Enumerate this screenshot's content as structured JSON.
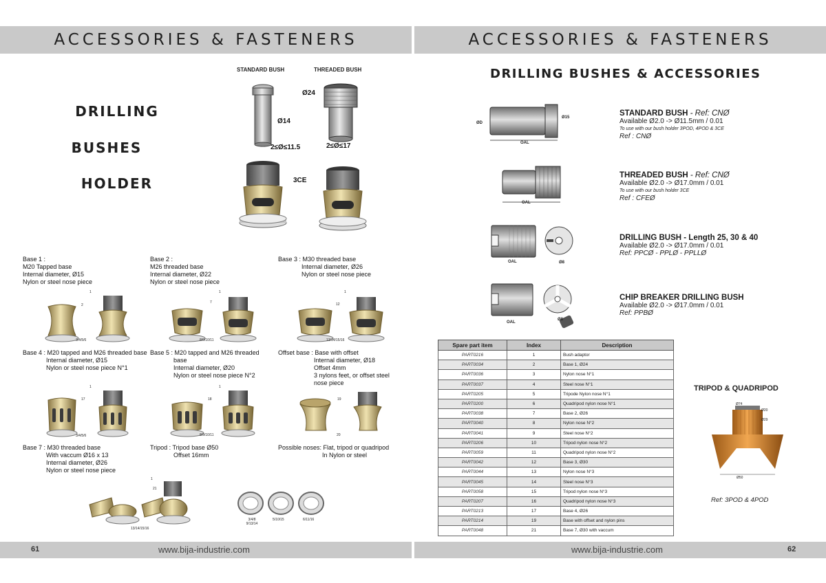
{
  "left_page": {
    "header": "ACCESSORIES & FASTENERS",
    "title_lines": [
      "DRILLING",
      "BUSHES",
      "HOLDER"
    ],
    "bush_captions": {
      "standard": "STANDARD BUSH",
      "threaded": "THREADED BUSH"
    },
    "dims": {
      "d24": "Ø24",
      "d14": "Ø14",
      "range_std": "2≤Ø≤11.5",
      "range_thr": "2≤Ø≤17",
      "holder": "3CE"
    },
    "bases": [
      {
        "title": "Base 1 :",
        "lines": [
          "M20 Tapped base",
          "Internal diameter, Ø15",
          "Nylon or steel nose piece"
        ]
      },
      {
        "title": "Base 2 :",
        "lines": [
          "M26 threaded base",
          "Internal diameter, Ø22",
          "Nylon or steel nose piece"
        ]
      },
      {
        "title": "Base 3 : M30 threaded base",
        "lines": [
          "Internal diameter, Ø26",
          "Nylon or steel nose piece"
        ]
      },
      {
        "title": "Base 4 : M20 tapped and M26 threaded base",
        "lines": [
          "Internal diameter, Ø15",
          "Nylon or steel nose piece N°1"
        ]
      },
      {
        "title": "Base 5 : M20 tapped and M26 threaded",
        "lines": [
          "base",
          "Internal diameter, Ø20",
          "Nylon or steel nose piece N°2"
        ]
      },
      {
        "title": "Offset base : Base with offset",
        "lines": [
          "Internal diameter, Ø18",
          "Offset 4mm",
          "3 nylons feet, or offset steel",
          "nose piece"
        ]
      },
      {
        "title": "Base 7 : M30 threaded base",
        "lines": [
          "With vaccum Ø16 x 13",
          "Internal diameter, Ø26",
          "Nylon or steel nose piece"
        ]
      },
      {
        "title": "Tripod : Tripod base Ø50",
        "lines": [
          "Offset 16mm"
        ]
      },
      {
        "title": "Possible noses: Flat, tripod or quadripod",
        "lines": [
          "In Nylon or steel"
        ]
      }
    ],
    "diagram_labels": {
      "b1": [
        "1",
        "2",
        "3/4/5/6"
      ],
      "b2": [
        "1",
        "7",
        "8/9/10/11"
      ],
      "b3": [
        "1",
        "12",
        "13/14/15/16"
      ],
      "b4": [
        "1",
        "17",
        "3/4/5/6"
      ],
      "b5": [
        "1",
        "18",
        "8/9/10/11"
      ],
      "b6": [
        "19",
        "20"
      ],
      "b7": [
        "1",
        "21",
        "13/14/15/16"
      ],
      "noses": [
        "3/4/8 9/13/14",
        "5/10/15",
        "6/11/16"
      ]
    },
    "page_number": "61",
    "url": "www.bija-industrie.com"
  },
  "right_page": {
    "header": "ACCESSORIES & FASTENERS",
    "title": "DRILLING BUSHES & ACCESSORIES",
    "products": [
      {
        "name": "STANDARD BUSH",
        "ref_inline": " - Ref: CNØ",
        "avail": "Available Ø2.0 -> Ø11.5mm / 0.01",
        "note": "To use with our bush holder 3POD, 4POD & 3CE",
        "ref": "Ref : CNØ"
      },
      {
        "name": "THREADED BUSH",
        "ref_inline": " - Ref: CNØ",
        "avail": "Available Ø2.0 -> Ø17.0mm / 0.01",
        "note": "To use with our bush holder 3CE",
        "ref": "Ref : CFEØ"
      },
      {
        "name": "DRILLING BUSH - Length 25, 30 & 40",
        "ref_inline": "",
        "avail": "Available Ø2.0 -> Ø17.0mm / 0.01",
        "note": "",
        "ref": "Ref: PPCØ - PPLØ - PPLLØ"
      },
      {
        "name": "CHIP BREAKER DRILLING BUSH",
        "ref_inline": "",
        "avail": "Available Ø2.0 -> Ø17.0mm / 0.01",
        "note": "",
        "ref": "Ref: PPBØ"
      }
    ],
    "drawing_labels": {
      "oal": "OAL",
      "od": "ØD",
      "o8": "Ø8",
      "o15": "Ø15"
    },
    "table": {
      "headers": [
        "Spare part item",
        "Index",
        "Description"
      ],
      "rows": [
        [
          "PART0216",
          "1",
          "Bush adaptor"
        ],
        [
          "PART0034",
          "2",
          "Base 1, Ø24"
        ],
        [
          "PART0036",
          "3",
          "Nylon nose N°1"
        ],
        [
          "PART0037",
          "4",
          "Steel nose N°1"
        ],
        [
          "PART0205",
          "5",
          "Tripode Nylon nose N°1"
        ],
        [
          "PART0200",
          "6",
          "Quadripod nylon nose N°1"
        ],
        [
          "PART0038",
          "7",
          "Base 2, Ø26"
        ],
        [
          "PART0040",
          "8",
          "Nylon nose N°2"
        ],
        [
          "PART0041",
          "9",
          "Steel nose N°2"
        ],
        [
          "PART0206",
          "10",
          "Tripod nylon nose N°2"
        ],
        [
          "PART0059",
          "11",
          "Quadripod nylon nose N°2"
        ],
        [
          "PART0042",
          "12",
          "Base 3, Ø30"
        ],
        [
          "PART0044",
          "13",
          "Nylon nose N°3"
        ],
        [
          "PART0045",
          "14",
          "Steel nose N°3"
        ],
        [
          "PART0058",
          "15",
          "Tripod nylon nose N°3"
        ],
        [
          "PART0207",
          "16",
          "Quadripod nylon nose N°3"
        ],
        [
          "PART0213",
          "17",
          "Base 4, Ø26"
        ],
        [
          "PART0214",
          "19",
          "Base with offset and nylon pins"
        ],
        [
          "PART0048",
          "21",
          "Base 7, Ø30 with vaccum"
        ]
      ]
    },
    "tripod": {
      "title": "TRIPOD & QUADRIPOD",
      "ref": "Ref: 3POD &  4POD",
      "dims": [
        "Ø74",
        "Ø20",
        "Ø29",
        "Ø50"
      ]
    },
    "page_number": "62",
    "url": "www.bija-industrie.com"
  },
  "colors": {
    "band": "#c9c9c9",
    "brass": "#c8b27a",
    "steel": "#8a8a8a",
    "copper": "#d9862e"
  }
}
